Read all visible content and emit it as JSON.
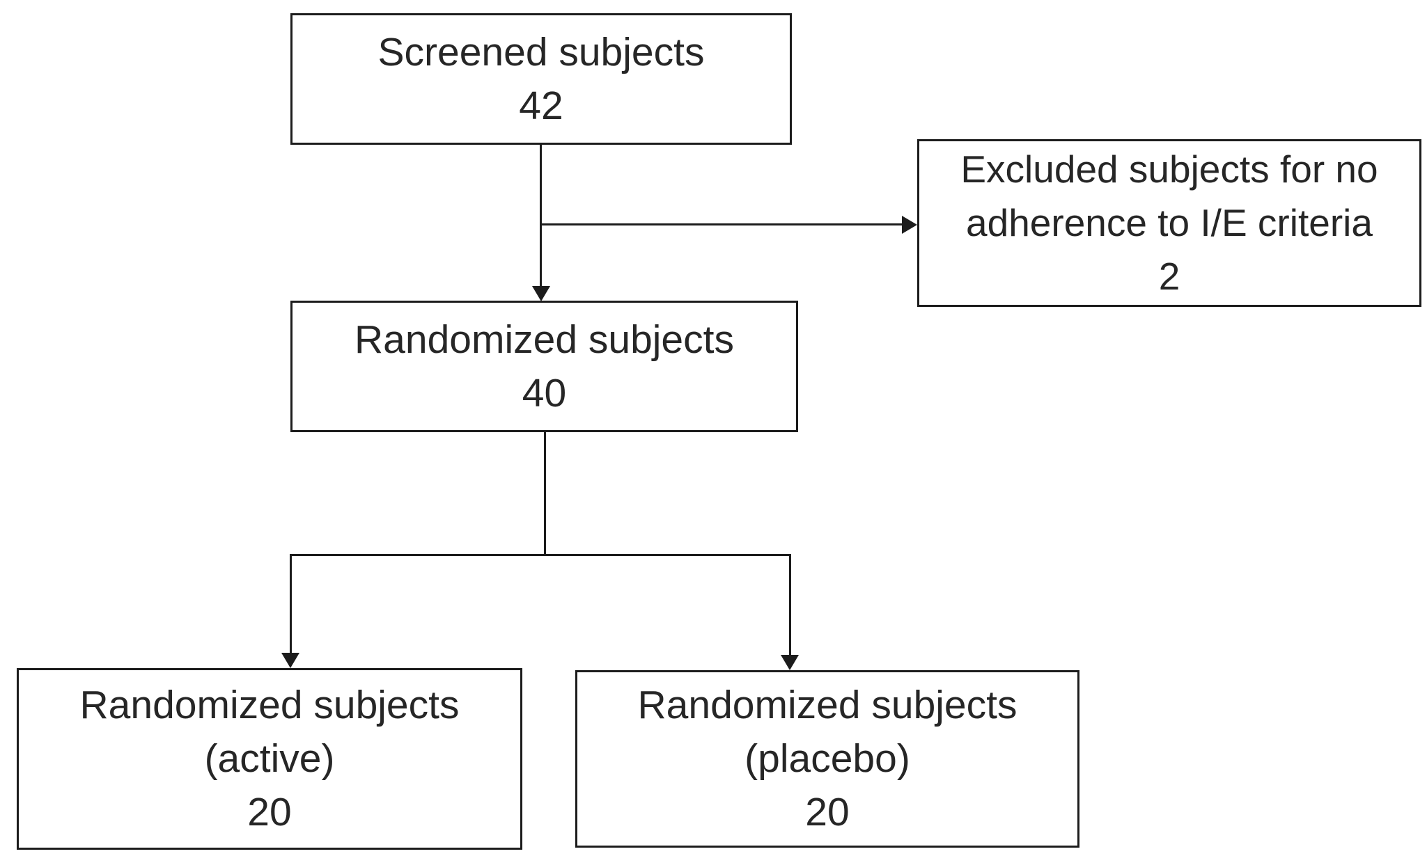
{
  "nodes": {
    "screened": {
      "line1": "Screened subjects",
      "line2": "42"
    },
    "excluded": {
      "line1": "Excluded subjects for no",
      "line2": "adherence to I/E criteria",
      "line3": "2"
    },
    "randomized": {
      "line1": "Randomized subjects",
      "line2": "40"
    },
    "active": {
      "line1": "Randomized subjects",
      "line2": "(active)",
      "line3": "20"
    },
    "placebo": {
      "line1": "Randomized subjects",
      "line2": "(placebo)",
      "line3": "20"
    }
  },
  "edges": [
    {
      "from": "screened",
      "to": "randomized"
    },
    {
      "from": "screened",
      "to": "excluded"
    },
    {
      "from": "randomized",
      "to": "active"
    },
    {
      "from": "randomized",
      "to": "placebo"
    }
  ],
  "colors": {
    "stroke": "#1c1c1c",
    "text": "#262626",
    "background": "#ffffff"
  }
}
